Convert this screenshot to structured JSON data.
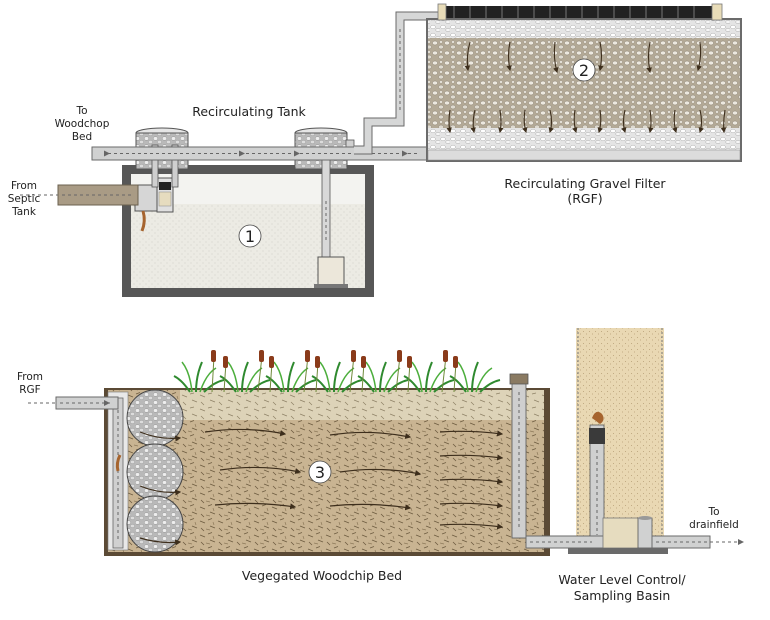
{
  "labels": {
    "to_woodchop_bed": [
      "To",
      "Woodchop",
      "Bed"
    ],
    "from_septic_tank": [
      "From",
      "Septic",
      "Tank"
    ],
    "recirculating_tank": "Recirculating Tank",
    "rgf": [
      "Recirculating Gravel Filter",
      "(RGF)"
    ],
    "from_rgf": [
      "From",
      "RGF"
    ],
    "woodchip_bed": "Vegegated Woodchip Bed",
    "sampling_basin": [
      "Water Level Control/",
      "Sampling Basin"
    ],
    "to_drainfield": [
      "To",
      "drainfield"
    ]
  },
  "numbers": [
    "1",
    "2",
    "3"
  ],
  "colors": {
    "tank_wall": "#555555",
    "water": "#e9e6dc",
    "gravel": "#b0a694",
    "woodchip": "#c8b290",
    "pipe": "#cfd0d0",
    "plant": "#3c9a3a",
    "cattail": "#8a3b1a",
    "column": "#e8d7b0"
  }
}
